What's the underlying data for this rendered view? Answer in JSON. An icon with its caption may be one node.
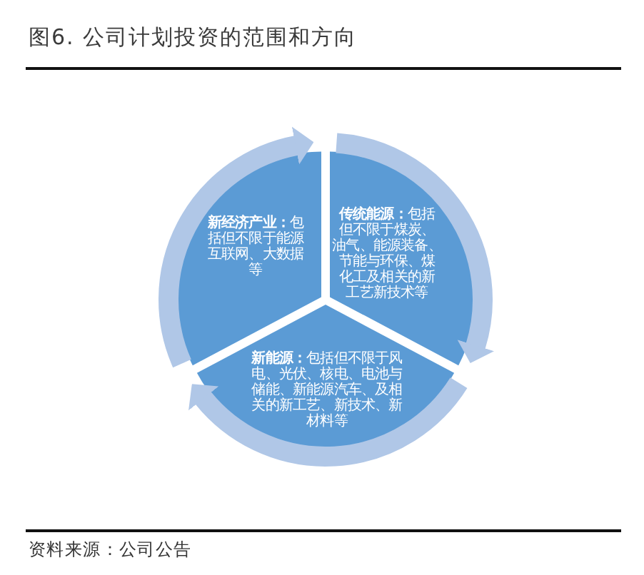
{
  "diagram": {
    "title": "图6. 公司计划投资的范围和方向",
    "caption": "资料来源：公司公告",
    "nodes": [
      {
        "text": [
          "**新经济产业：**包括但不限于能源互联网、大数据等"
        ]
      },
      {
        "text": [
          "**传统能源：**包括但不限于煤炭、油气、能源装备、节能与环保、煤化工及相关的新工艺新技术等"
        ]
      },
      {
        "text": [
          "**新能源：**包括但不限于风电、光伏、核电、电池与储能、新能源汽车、及相关的新工艺、新技术、新材料等"
        ]
      }
    ],
    "edges": [
      {
        "from": 0,
        "to": 1,
        "arrow": "to"
      },
      {
        "from": 1,
        "to": 2,
        "arrow": "to"
      },
      {
        "from": 2,
        "to": 0,
        "arrow": "to"
      }
    ]
  }
}
